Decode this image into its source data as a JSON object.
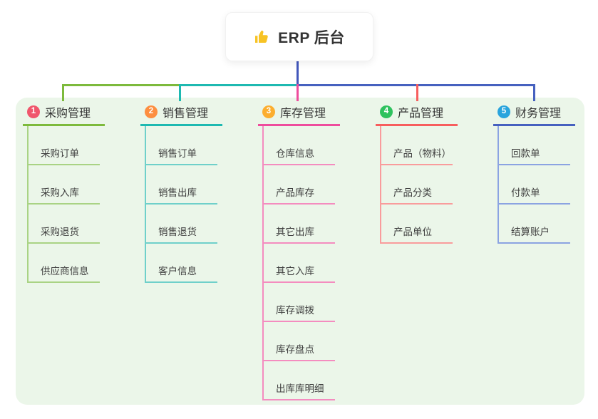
{
  "root": {
    "title": "ERP 后台",
    "icon": "thumbs-up-icon",
    "icon_color": "#f7c325",
    "stem_color": "#4257bb"
  },
  "panel": {
    "background": "#ebf6e9"
  },
  "branches": [
    {
      "badge": "1",
      "label": "采购管理",
      "badge_color": "#f0566c",
      "line_color": "#7dba3c",
      "sub_line_color": "#a9d384",
      "items": [
        "采购订单",
        "采购入库",
        "采购退货",
        "供应商信息"
      ]
    },
    {
      "badge": "2",
      "label": "销售管理",
      "badge_color": "#fd8e40",
      "line_color": "#1eb9b1",
      "sub_line_color": "#6fd0ca",
      "items": [
        "销售订单",
        "销售出库",
        "销售退货",
        "客户信息"
      ]
    },
    {
      "badge": "3",
      "label": "库存管理",
      "badge_color": "#fcae2f",
      "line_color": "#ee4d9d",
      "sub_line_color": "#f48cbf",
      "items": [
        "仓库信息",
        "产品库存",
        "其它出库",
        "其它入库",
        "库存调拨",
        "库存盘点",
        "出库库明细"
      ]
    },
    {
      "badge": "4",
      "label": "产品管理",
      "badge_color": "#2ec25e",
      "line_color": "#f75e5e",
      "sub_line_color": "#f99c9c",
      "items": [
        "产品（物料）",
        "产品分类",
        "产品单位"
      ]
    },
    {
      "badge": "5",
      "label": "财务管理",
      "badge_color": "#29a4dd",
      "line_color": "#4661bf",
      "sub_line_color": "#8ba3e2",
      "items": [
        "回款单",
        "付款单",
        "结算账户"
      ]
    }
  ]
}
